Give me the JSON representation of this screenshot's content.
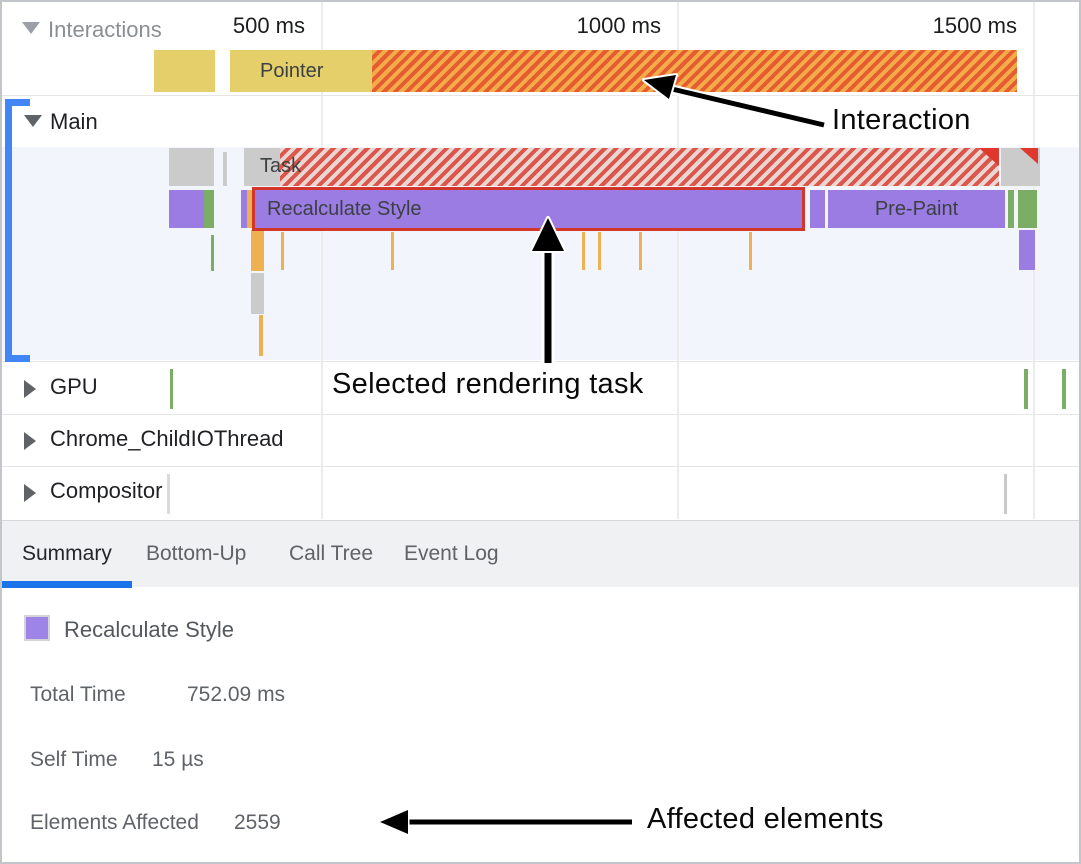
{
  "colors": {
    "interaction_yellow": "#e5cf6b",
    "interaction_stripe_orange": "#f2ad49",
    "interaction_stripe_red": "#e75b33",
    "task_gray": "#cbcbcb",
    "long_task_stripe_red": "#de564b",
    "long_task_stripe_pink": "#e9d7d3",
    "rendering_purple": "#9a7ce3",
    "painting_green": "#7bae64",
    "system_orange": "#efb051",
    "selection_border_red": "#d2362a",
    "selected_range_blue": "#4285f4",
    "tab_accent_blue": "#1a73e8",
    "annotation_black": "#0a0a0a"
  },
  "ruler": {
    "track_label": "Interactions",
    "time_labels": [
      "500 ms",
      "1000 ms",
      "1500 ms"
    ]
  },
  "interactions_track": {
    "pointer_label": "Pointer"
  },
  "main_track": {
    "label": "Main",
    "task_label": "Task",
    "selected_event_label": "Recalculate Style",
    "pre_paint_label": "Pre-Paint"
  },
  "other_tracks": {
    "gpu": "GPU",
    "child_io": "Chrome_ChildIOThread",
    "compositor": "Compositor"
  },
  "tabs": [
    {
      "label": "Summary",
      "selected": true
    },
    {
      "label": "Bottom-Up",
      "selected": false
    },
    {
      "label": "Call Tree",
      "selected": false
    },
    {
      "label": "Event Log",
      "selected": false
    }
  ],
  "summary": {
    "title": "Recalculate Style",
    "rows": [
      {
        "label": "Total Time",
        "value": "752.09 ms"
      },
      {
        "label": "Self Time",
        "value": "15 µs"
      },
      {
        "label": "Elements Affected",
        "value": "2559"
      }
    ]
  },
  "annotations": {
    "interaction": "Interaction",
    "selected_task": "Selected rendering task",
    "affected_elements": "Affected elements"
  }
}
